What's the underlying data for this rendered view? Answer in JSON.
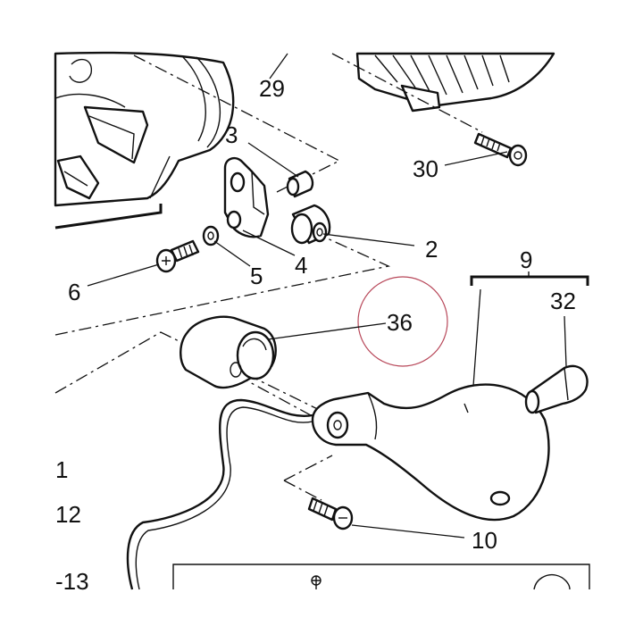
{
  "labels": {
    "p29": "29",
    "p30": "30",
    "p3": "3",
    "p2": "2",
    "p4": "4",
    "p5": "5",
    "p6": "6",
    "p36": "36",
    "p9": "9",
    "p32": "32",
    "p1": "1",
    "p12": "12",
    "p13": "-13",
    "p10": "10"
  },
  "colors": {
    "ink": "#111111",
    "highlight_circle": "#b8485a"
  }
}
